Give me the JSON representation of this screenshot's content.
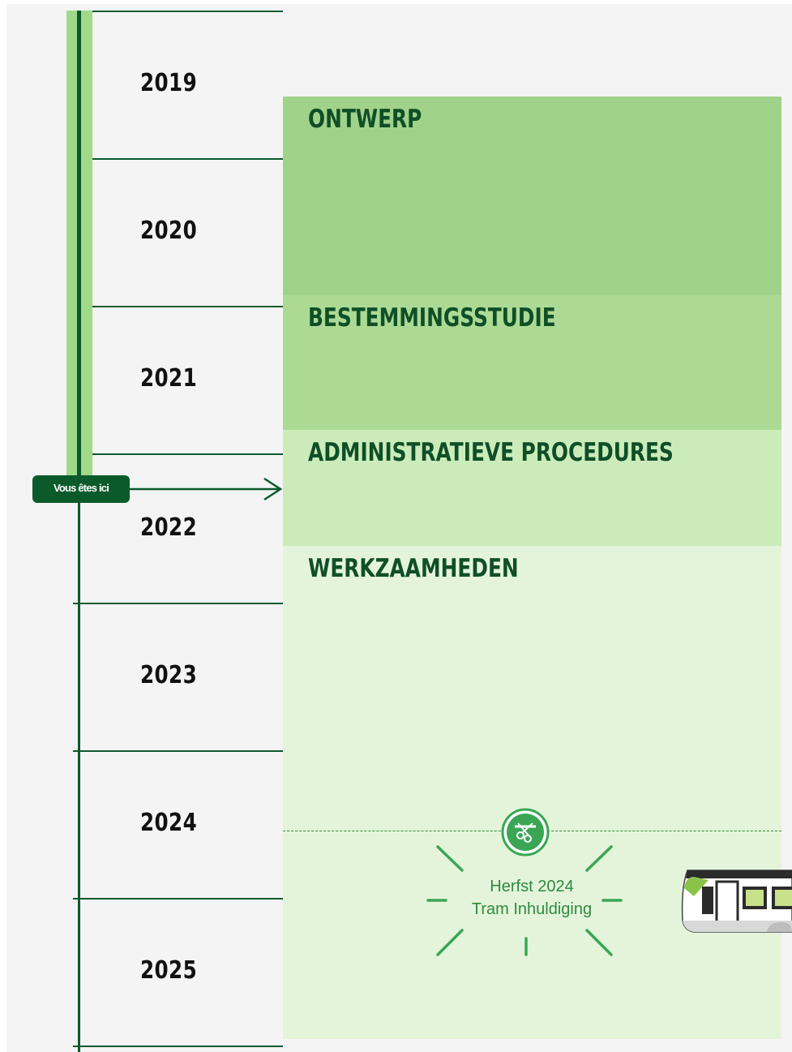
{
  "timeline": {
    "years": [
      "2019",
      "2020",
      "2021",
      "2022",
      "2023",
      "2024",
      "2025"
    ],
    "current_marker": "Vous êtes ici"
  },
  "phases": [
    {
      "title": "ONTWERP",
      "color": "#a1d28a"
    },
    {
      "title": "BESTEMMINGSSTUDIE",
      "color": "#acda95"
    },
    {
      "title": "ADMINISTRATIEVE PROCEDURES",
      "color": "#cbecba"
    },
    {
      "title": "WERKZAAMHEDEN",
      "color": "#e4f4db"
    }
  ],
  "milestone": {
    "line1": "Herfst 2024",
    "line2": "Tram Inhuldiging",
    "icon": "ribbon-cutting-icon",
    "color": "#3aa655"
  },
  "illustration": {
    "icon": "tram-icon"
  },
  "colors": {
    "axis": "#0b5a2c",
    "axis_past": "#a1d98a",
    "background": "#f4f4f4"
  }
}
